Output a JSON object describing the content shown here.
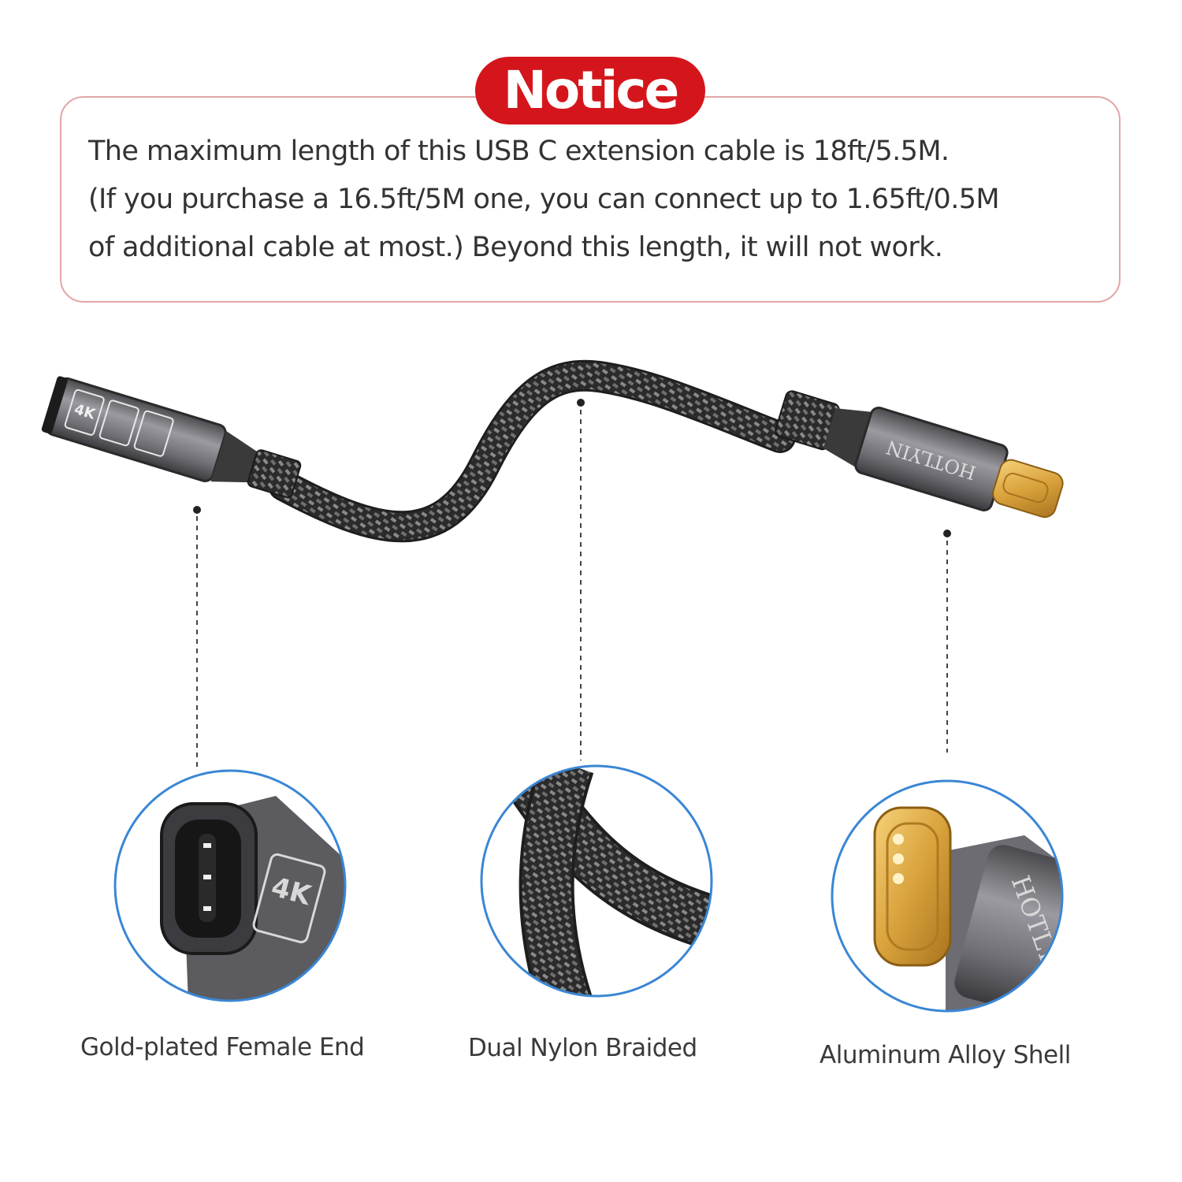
{
  "notice": {
    "title": "Notice",
    "lines": [
      "The maximum length of this USB C extension cable is 18ft/5.5M.",
      "(If you purchase a 16.5ft/5M one, you can connect up to 1.65ft/0.5M",
      "of additional cable at most.) Beyond this length, it will not work."
    ]
  },
  "features": [
    {
      "label": "Gold-plated Female End"
    },
    {
      "label": "Dual Nylon Braided"
    },
    {
      "label": "Aluminum Alloy Shell"
    }
  ],
  "product": {
    "brand_mark": "HOTLYIN",
    "badge_4k": "4K"
  },
  "colors": {
    "notice_red": "#d4161c",
    "notice_border": "#e2a6a6",
    "circle_outline": "#3a86d4",
    "cable_dark": "#2b2b2b",
    "connector_gray": "#7c7c80",
    "gold": "#e0b04a"
  }
}
